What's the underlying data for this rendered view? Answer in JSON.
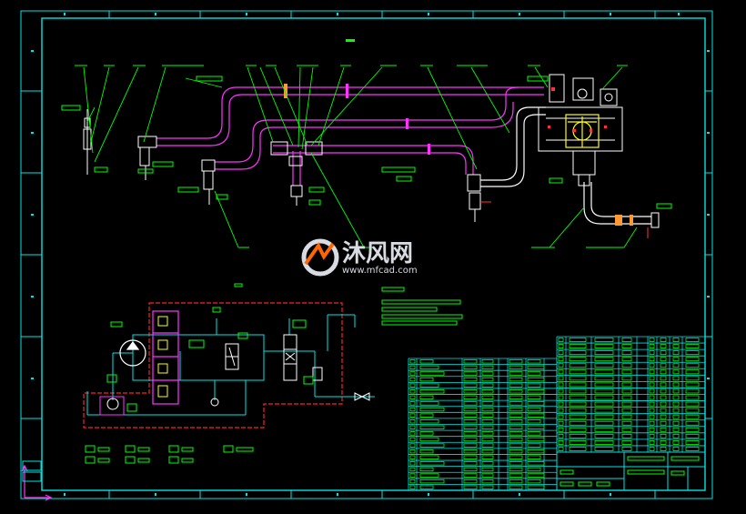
{
  "watermark": {
    "title": "沐风网",
    "url": "www.mfcad.com"
  },
  "colors": {
    "background": "#000000",
    "frame": "#00e5e5",
    "pipe": "#ff33ff",
    "leader": "#00ff00",
    "label": "#00ff00",
    "schematic_boundary": "#ff2020",
    "hydraulic_line": "#00e5e5",
    "valve_block": "#ffffff",
    "highlight": "#ffff00",
    "watermark": "#d8dbe2"
  },
  "drawing": {
    "border_zone_count_horizontal": 10,
    "border_zone_count_vertical": 6
  },
  "parts_table": {
    "left_block_rows": 22,
    "right_block_rows": 18
  }
}
